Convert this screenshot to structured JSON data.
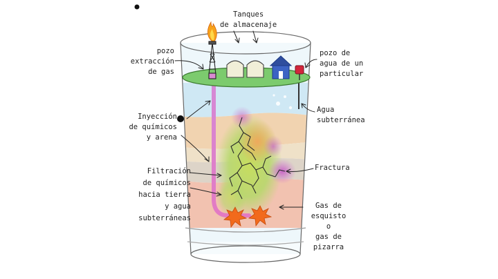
{
  "labels": {
    "tanques": [
      "Tanques",
      "de almacenaje"
    ],
    "pozo_gas": [
      "pozo",
      "extracción",
      "de gas"
    ],
    "pozo_agua": [
      "pozo de",
      "agua de un",
      "particular"
    ],
    "agua_subterranea": [
      "Agua",
      "subterránea"
    ],
    "inyeccion": [
      "Inyección",
      "de químicos",
      "y arena"
    ],
    "fractura": [
      "Fractura"
    ],
    "filtracion": [
      "Filtración",
      "de químicos",
      "hacia tierra",
      "y agua",
      "subterráneas"
    ],
    "gas_esquisto": [
      "Gas de",
      "esquisto",
      "o",
      "gas de",
      "pizarra"
    ]
  },
  "colors": {
    "water": "#cfe8f4",
    "layer_tan": "#f1d3b0",
    "layer_beige": "#efe1c8",
    "layer_grey": "#ddd4c8",
    "layer_pink": "#f2c2b0",
    "surface_green": "#7ccb6e",
    "pipe": "#d98ad2",
    "house": "#3c63c4",
    "pump_red": "#d2263c",
    "flame": "#f7a21b",
    "explosion": "#f26a1c",
    "chem_green": "#b9d96a",
    "chem_purple": "#c873c9"
  },
  "icons": [
    "flame-icon",
    "well-derrick-icon",
    "storage-tank-icon",
    "house-icon",
    "water-pump-icon",
    "explosion-icon",
    "arrow-icon",
    "bullet-dot-icon"
  ]
}
